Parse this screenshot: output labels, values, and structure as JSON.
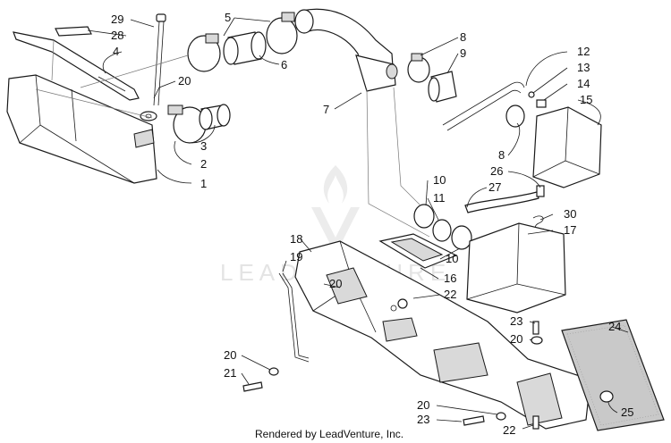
{
  "diagram": {
    "watermark_text": "LEADVENTURE",
    "credit": "Rendered by LeadVenture, Inc.",
    "callouts": [
      {
        "id": "c29",
        "text": "29"
      },
      {
        "id": "c28",
        "text": "28"
      },
      {
        "id": "c4",
        "text": "4"
      },
      {
        "id": "c5",
        "text": "5"
      },
      {
        "id": "c6",
        "text": "6"
      },
      {
        "id": "c20a",
        "text": "20"
      },
      {
        "id": "c3",
        "text": "3"
      },
      {
        "id": "c2",
        "text": "2"
      },
      {
        "id": "c1",
        "text": "1"
      },
      {
        "id": "c7",
        "text": "7"
      },
      {
        "id": "c8a",
        "text": "8"
      },
      {
        "id": "c9",
        "text": "9"
      },
      {
        "id": "c12",
        "text": "12"
      },
      {
        "id": "c13",
        "text": "13"
      },
      {
        "id": "c14",
        "text": "14"
      },
      {
        "id": "c15",
        "text": "15"
      },
      {
        "id": "c8b",
        "text": "8"
      },
      {
        "id": "c26",
        "text": "26"
      },
      {
        "id": "c27",
        "text": "27"
      },
      {
        "id": "c10a",
        "text": "10"
      },
      {
        "id": "c11",
        "text": "11"
      },
      {
        "id": "c30",
        "text": "30"
      },
      {
        "id": "c17",
        "text": "17"
      },
      {
        "id": "c18",
        "text": "18"
      },
      {
        "id": "c19",
        "text": "19"
      },
      {
        "id": "c10b",
        "text": "10"
      },
      {
        "id": "c16",
        "text": "16"
      },
      {
        "id": "c20b",
        "text": "20"
      },
      {
        "id": "c22a",
        "text": "22"
      },
      {
        "id": "c23a",
        "text": "23"
      },
      {
        "id": "c20c",
        "text": "20"
      },
      {
        "id": "c24",
        "text": "24"
      },
      {
        "id": "c20d",
        "text": "20"
      },
      {
        "id": "c21",
        "text": "21"
      },
      {
        "id": "c20e",
        "text": "20"
      },
      {
        "id": "c23b",
        "text": "23"
      },
      {
        "id": "c25",
        "text": "25"
      },
      {
        "id": "c22b",
        "text": "22"
      }
    ]
  }
}
